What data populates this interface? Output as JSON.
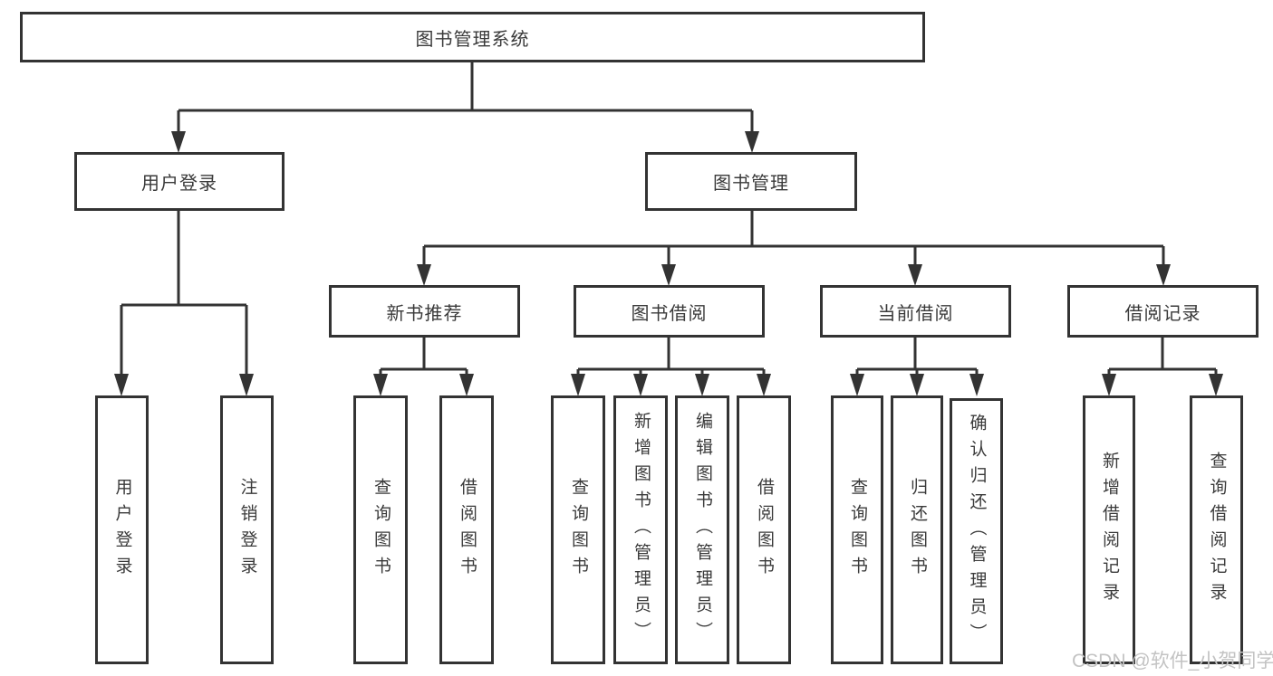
{
  "tree": {
    "root": {
      "label": "图书管理系统"
    },
    "branches": [
      {
        "label": "用户登录",
        "children": [
          {
            "label": "用户登录"
          },
          {
            "label": "注销登录"
          }
        ]
      },
      {
        "label": "图书管理",
        "children": [
          {
            "label": "新书推荐",
            "children": [
              {
                "label": "查询图书"
              },
              {
                "label": "借阅图书"
              }
            ]
          },
          {
            "label": "图书借阅",
            "children": [
              {
                "label": "查询图书"
              },
              {
                "label": "新增图书（管理员）"
              },
              {
                "label": "编辑图书（管理员）"
              },
              {
                "label": "借阅图书"
              }
            ]
          },
          {
            "label": "当前借阅",
            "children": [
              {
                "label": "查询图书"
              },
              {
                "label": "归还图书"
              },
              {
                "label": "确认归还（管理员）"
              }
            ]
          },
          {
            "label": "借阅记录",
            "children": [
              {
                "label": "新增借阅记录"
              },
              {
                "label": "查询借阅记录"
              }
            ]
          }
        ]
      }
    ]
  },
  "watermark": {
    "text": "CSDN @软件_小贺同学"
  },
  "colors": {
    "line": "#333333",
    "text": "#3a3a3a",
    "watermark": "#c3c3c3",
    "background": "#ffffff"
  }
}
